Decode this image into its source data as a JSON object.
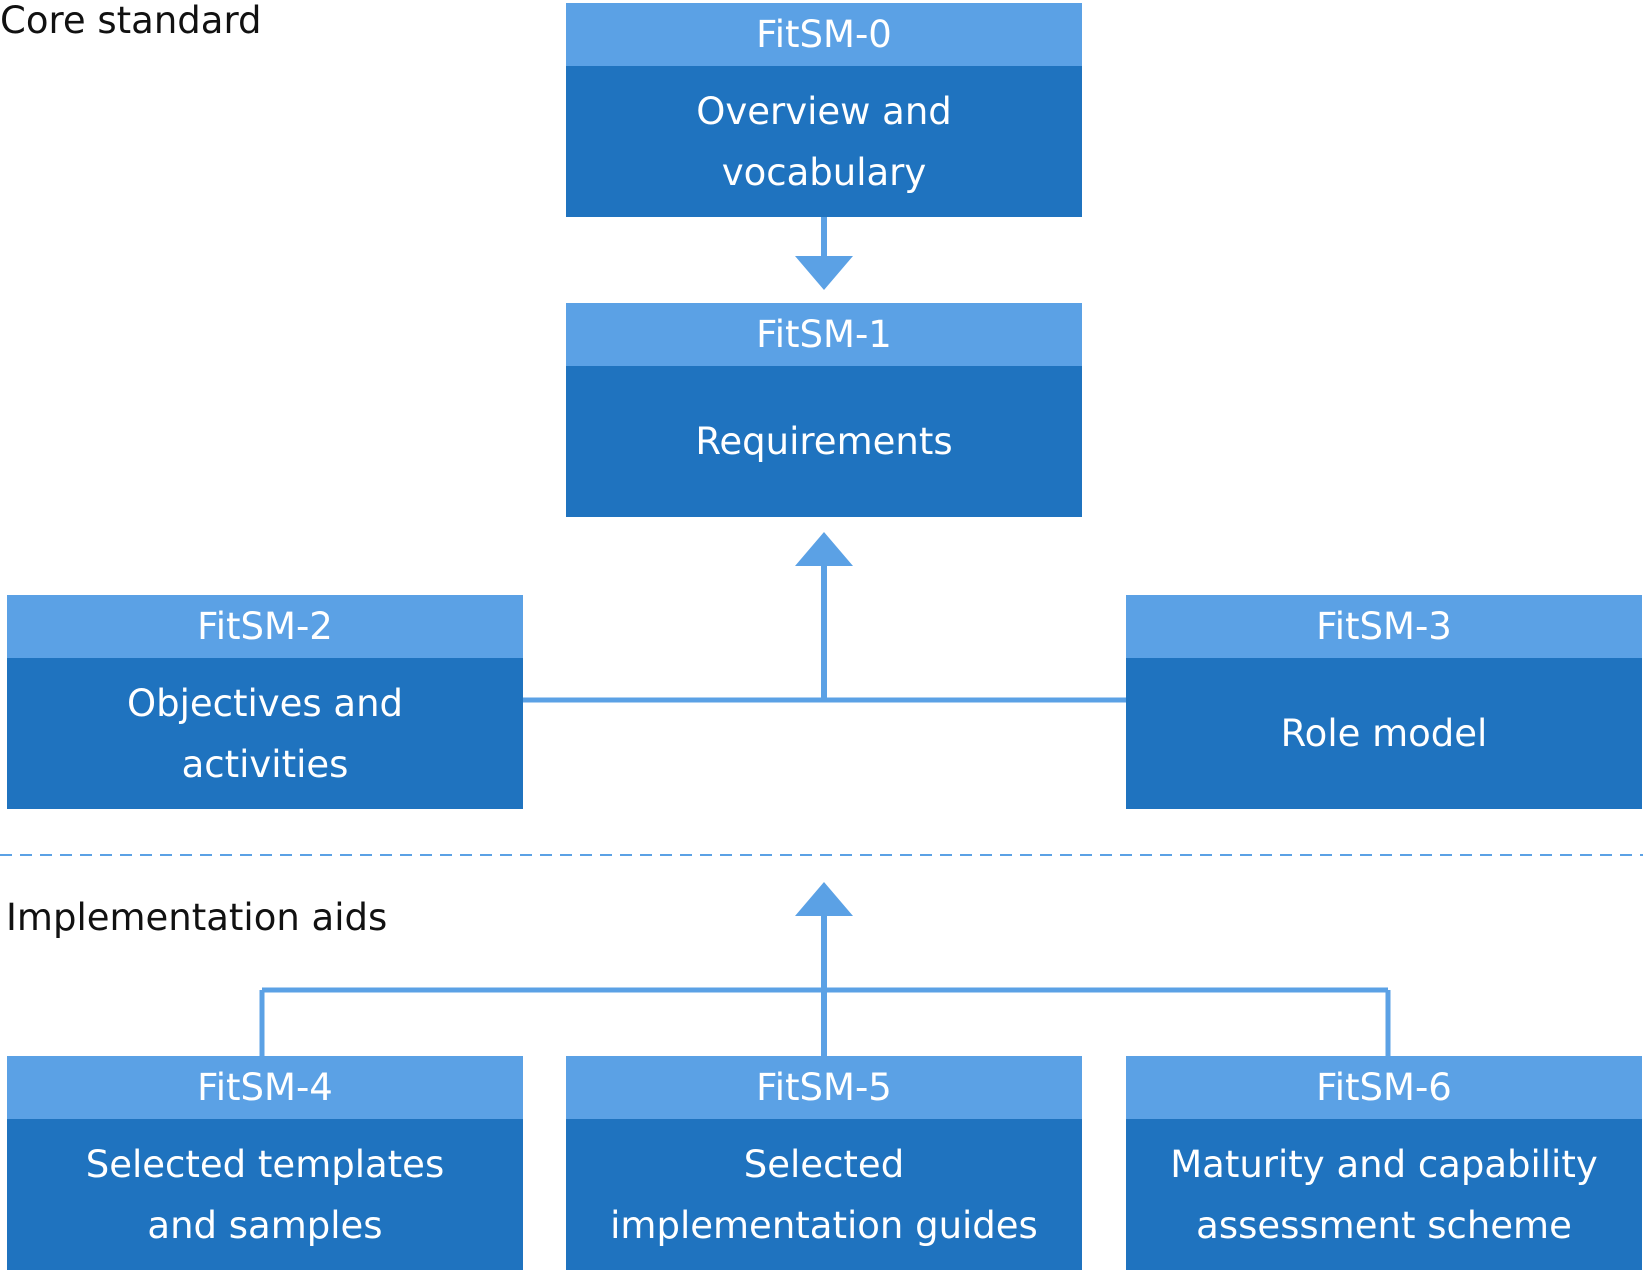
{
  "sections": {
    "core": "Core standard",
    "implementation": "Implementation aids"
  },
  "colors": {
    "header": "#5BA1E5",
    "body": "#1F73BF",
    "connector": "#5BA1E5"
  },
  "boxes": {
    "fitsm0": {
      "code": "FitSM-0",
      "lines": [
        "Overview and",
        "vocabulary"
      ]
    },
    "fitsm1": {
      "code": "FitSM-1",
      "lines": [
        "Requirements"
      ]
    },
    "fitsm2": {
      "code": "FitSM-2",
      "lines": [
        "Objectives and",
        "activities"
      ]
    },
    "fitsm3": {
      "code": "FitSM-3",
      "lines": [
        "Role model"
      ]
    },
    "fitsm4": {
      "code": "FitSM-4",
      "lines": [
        "Selected templates",
        "and samples"
      ]
    },
    "fitsm5": {
      "code": "FitSM-5",
      "lines": [
        "Selected",
        "implementation guides"
      ]
    },
    "fitsm6": {
      "code": "FitSM-6",
      "lines": [
        "Maturity and capability",
        "assessment scheme"
      ]
    }
  }
}
